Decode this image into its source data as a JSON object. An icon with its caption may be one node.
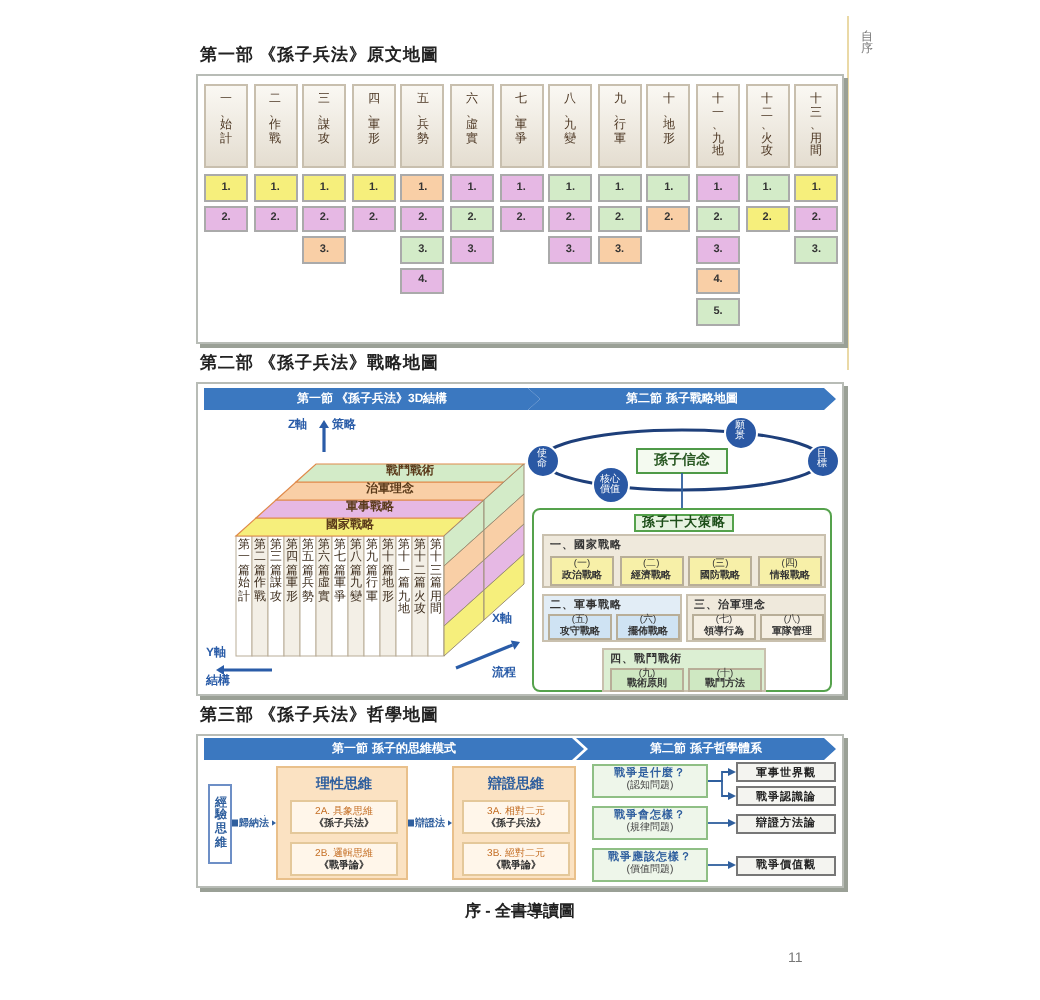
{
  "diagram": {
    "caption": "序 - 全書導讀圖",
    "nodes": [
      {
        "text": [
          "第一部 《孫子兵法》原文地圖"
        ]
      },
      {
        "text": [
          "一、始計"
        ],
        "in": 0
      },
      {
        "text": [
          "1."
        ],
        "in": 0
      },
      {
        "text": [
          "2."
        ],
        "in": 0
      },
      {
        "text": [
          "二、作戰"
        ],
        "in": 0
      },
      {
        "text": [
          "1."
        ],
        "in": 0
      },
      {
        "text": [
          "2."
        ],
        "in": 0
      },
      {
        "text": [
          "三、謀攻"
        ],
        "in": 0
      },
      {
        "text": [
          "1."
        ],
        "in": 0
      },
      {
        "text": [
          "2."
        ],
        "in": 0
      },
      {
        "text": [
          "3."
        ],
        "in": 0
      },
      {
        "text": [
          "四、軍形"
        ],
        "in": 0
      },
      {
        "text": [
          "1."
        ],
        "in": 0
      },
      {
        "text": [
          "2."
        ],
        "in": 0
      },
      {
        "text": [
          "五、兵勢"
        ],
        "in": 0
      },
      {
        "text": [
          "1."
        ],
        "in": 0
      },
      {
        "text": [
          "2."
        ],
        "in": 0
      },
      {
        "text": [
          "3."
        ],
        "in": 0
      },
      {
        "text": [
          "4."
        ],
        "in": 0
      },
      {
        "text": [
          "六、虛實"
        ],
        "in": 0
      },
      {
        "text": [
          "1."
        ],
        "in": 0
      },
      {
        "text": [
          "2."
        ],
        "in": 0
      },
      {
        "text": [
          "3."
        ],
        "in": 0
      },
      {
        "text": [
          "七、軍爭"
        ],
        "in": 0
      },
      {
        "text": [
          "1."
        ],
        "in": 0
      },
      {
        "text": [
          "2."
        ],
        "in": 0
      },
      {
        "text": [
          "八、九變"
        ],
        "in": 0
      },
      {
        "text": [
          "1."
        ],
        "in": 0
      },
      {
        "text": [
          "2."
        ],
        "in": 0
      },
      {
        "text": [
          "3."
        ],
        "in": 0
      },
      {
        "text": [
          "九、行軍"
        ],
        "in": 0
      },
      {
        "text": [
          "1."
        ],
        "in": 0
      },
      {
        "text": [
          "2."
        ],
        "in": 0
      },
      {
        "text": [
          "3."
        ],
        "in": 0
      },
      {
        "text": [
          "十、地形"
        ],
        "in": 0
      },
      {
        "text": [
          "1."
        ],
        "in": 0
      },
      {
        "text": [
          "2."
        ],
        "in": 0
      },
      {
        "text": [
          "十一、九地"
        ],
        "in": 0
      },
      {
        "text": [
          "1."
        ],
        "in": 0
      },
      {
        "text": [
          "2."
        ],
        "in": 0
      },
      {
        "text": [
          "3."
        ],
        "in": 0
      },
      {
        "text": [
          "4."
        ],
        "in": 0
      },
      {
        "text": [
          "5."
        ],
        "in": 0
      },
      {
        "text": [
          "十二、火攻"
        ],
        "in": 0
      },
      {
        "text": [
          "1."
        ],
        "in": 0
      },
      {
        "text": [
          "2."
        ],
        "in": 0
      },
      {
        "text": [
          "十三、用間"
        ],
        "in": 0
      },
      {
        "text": [
          "1."
        ],
        "in": 0
      },
      {
        "text": [
          "2."
        ],
        "in": 0
      },
      {
        "text": [
          "3."
        ],
        "in": 0
      },
      {
        "text": [
          "第二部 《孫子兵法》戰略地圖"
        ]
      },
      {
        "text": [
          "第一節 《孫子兵法》3D結構"
        ],
        "in": 50
      },
      {
        "text": [
          "第二節 孫子戰略地圖"
        ],
        "in": 50
      },
      {
        "text": [
          "戰鬥戰術",
          "治軍理念",
          "軍事戰略",
          "國家戰略",
          "第一篇始計",
          "第二篇作戰",
          "第三篇謀攻",
          "第四篇軍形",
          "第五篇兵勢",
          "第六篇虛實",
          "第七篇軍爭",
          "第八篇九變",
          "第九篇行軍",
          "第十篇地形",
          "第十一篇九地",
          "第十二篇火攻",
          "第十三篇用間"
        ],
        "in": 50
      },
      {
        "text": [
          "孫子信念"
        ],
        "in": 50
      },
      {
        "text": [
          "願景"
        ],
        "in": 50
      },
      {
        "text": [
          "使命"
        ],
        "in": 50
      },
      {
        "text": [
          "目標"
        ],
        "in": 50
      },
      {
        "text": [
          "核心價值"
        ],
        "in": 50
      },
      {
        "text": [
          "孫子十大策略"
        ],
        "in": 50
      },
      {
        "text": [
          "一、國家戰略"
        ],
        "in": 59
      },
      {
        "text": [
          "(一)",
          "政治戰略"
        ],
        "in": 60
      },
      {
        "text": [
          "(二)",
          "經濟戰略"
        ],
        "in": 60
      },
      {
        "text": [
          "(三)",
          "國防戰略"
        ],
        "in": 60
      },
      {
        "text": [
          "(四)",
          "情報戰略"
        ],
        "in": 60
      },
      {
        "text": [
          "二、軍事戰略"
        ],
        "in": 59
      },
      {
        "text": [
          "(五)",
          "攻守戰略"
        ],
        "in": 65
      },
      {
        "text": [
          "(六)",
          "擺佈戰略"
        ],
        "in": 65
      },
      {
        "text": [
          "三、治軍理念"
        ],
        "in": 59
      },
      {
        "text": [
          "(七)",
          "領導行為"
        ],
        "in": 68
      },
      {
        "text": [
          "(八)",
          "軍隊管理"
        ],
        "in": 68
      },
      {
        "text": [
          "四、戰鬥戰術"
        ],
        "in": 59
      },
      {
        "text": [
          "(九)",
          "戰術原則"
        ],
        "in": 71
      },
      {
        "text": [
          "(十)",
          "戰鬥方法"
        ],
        "in": 71
      },
      {
        "text": [
          "第三部 《孫子兵法》哲學地圖"
        ]
      },
      {
        "text": [
          "第一節 孫子的思維模式"
        ],
        "in": 74
      },
      {
        "text": [
          "第二節 孫子哲學體系"
        ],
        "in": 74
      },
      {
        "text": [
          "經驗思維"
        ],
        "in": 74
      },
      {
        "text": [
          "理性思維"
        ],
        "in": 74
      },
      {
        "text": [
          "2A. 具象思維",
          "《孫子兵法》"
        ],
        "in": 78
      },
      {
        "text": [
          "2B. 邏輯思維",
          "《戰爭論》"
        ],
        "in": 78
      },
      {
        "text": [
          "辯證思維"
        ],
        "in": 74
      },
      {
        "text": [
          "3A. 相對二元",
          "《孫子兵法》"
        ],
        "in": 81
      },
      {
        "text": [
          "3B. 絕對二元",
          "《戰爭論》"
        ],
        "in": 81
      },
      {
        "text": [
          "戰爭是什麼？",
          "(認知問題)"
        ],
        "in": 74
      },
      {
        "text": [
          "軍事世界觀"
        ],
        "in": 74
      },
      {
        "text": [
          "戰爭認識論"
        ],
        "in": 74
      },
      {
        "text": [
          "戰爭會怎樣？",
          "(規律問題)"
        ],
        "in": 74
      },
      {
        "text": [
          "辯證方法論"
        ],
        "in": 74
      },
      {
        "text": [
          "戰爭應該怎樣？",
          "(價值問題)"
        ],
        "in": 74
      },
      {
        "text": [
          "戰爭價值觀"
        ],
        "in": 74
      }
    ],
    "edges": [
      {
        "from": 54,
        "to": 59,
        "arrow": "none"
      },
      {
        "from": 77,
        "to": 78,
        "arrow": "to",
        "label": "歸納法",
        "style": "thick"
      },
      {
        "from": 78,
        "to": 81,
        "arrow": "to",
        "label": "辯證法",
        "style": "thick"
      },
      {
        "from": 84,
        "to": 85,
        "arrow": "to"
      },
      {
        "from": 84,
        "to": 86,
        "arrow": "to"
      },
      {
        "from": 87,
        "to": 88,
        "arrow": "to"
      },
      {
        "from": 89,
        "to": 90,
        "arrow": "to"
      }
    ],
    "labels": [
      "Z軸",
      "策略",
      "Y軸",
      "結構",
      "X軸",
      "流程",
      "自序",
      "11"
    ]
  }
}
